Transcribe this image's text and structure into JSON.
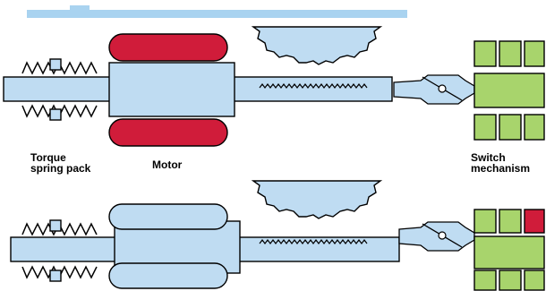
{
  "labels": {
    "torque_spring_pack_line1": "Torque",
    "torque_spring_pack_line2": "spring pack",
    "motor": "Motor",
    "switch_mechanism_line1": "Switch",
    "switch_mechanism_line2": "mechanism"
  },
  "colors": {
    "shaft": "#bfdcf2",
    "motor_energized": "#d01c3a",
    "motor_idle": "#bfdcf2",
    "switch_block": "#a8d46c",
    "switch_contact_active": "#d01c3a",
    "outline": "#000000",
    "header_bar": "#a9d3f0"
  }
}
